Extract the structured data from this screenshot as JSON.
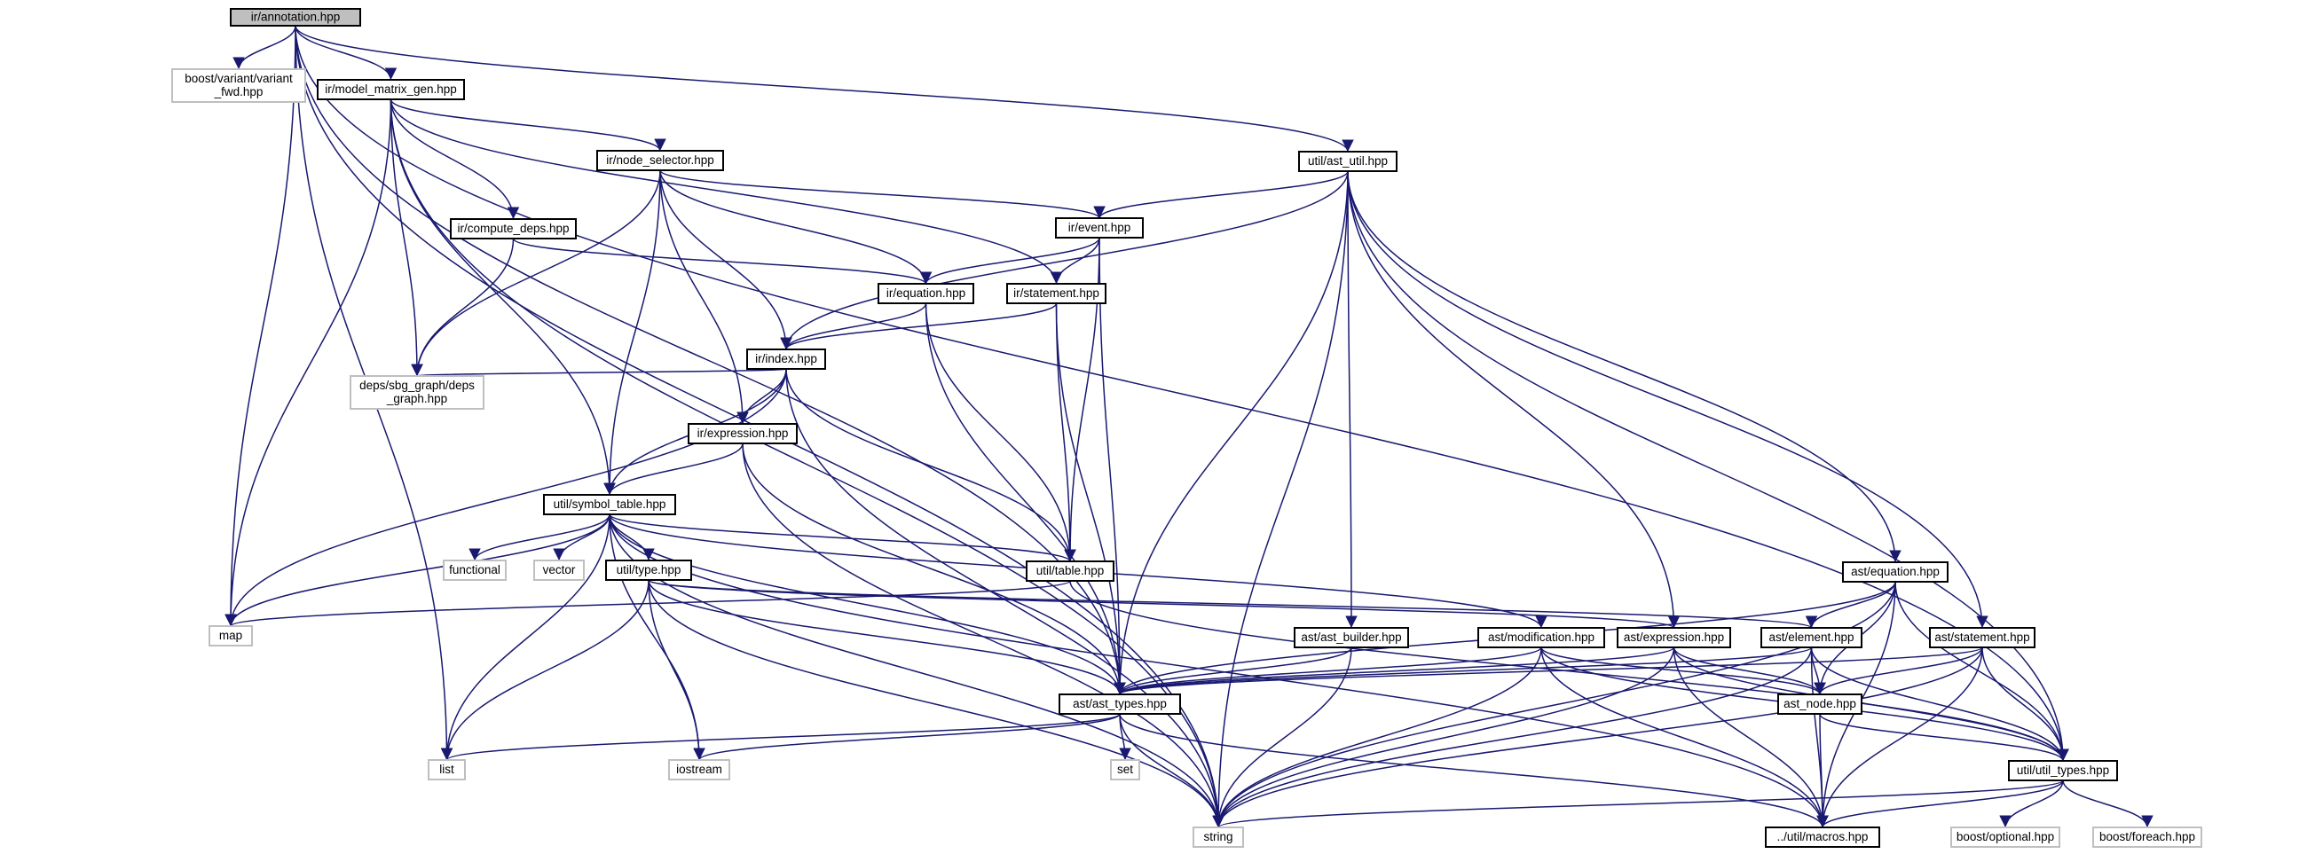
{
  "colors": {
    "edge": "#191970",
    "root_fill": "#bfbfbf",
    "node_border": "#000000",
    "external_border": "#bfbfbf",
    "background": "#ffffff"
  },
  "nodes": {
    "annotation": {
      "lines": [
        "ir/annotation.hpp"
      ],
      "kind": "root"
    },
    "variant_fwd": {
      "lines": [
        "boost/variant/variant",
        "_fwd.hpp"
      ],
      "kind": "external"
    },
    "model_matrix_gen": {
      "lines": [
        "ir/model_matrix_gen.hpp"
      ],
      "kind": "local"
    },
    "ast_util": {
      "lines": [
        "util/ast_util.hpp"
      ],
      "kind": "local"
    },
    "node_selector": {
      "lines": [
        "ir/node_selector.hpp"
      ],
      "kind": "local"
    },
    "compute_deps": {
      "lines": [
        "ir/compute_deps.hpp"
      ],
      "kind": "local"
    },
    "event": {
      "lines": [
        "ir/event.hpp"
      ],
      "kind": "local"
    },
    "ir_equation": {
      "lines": [
        "ir/equation.hpp"
      ],
      "kind": "local"
    },
    "ir_statement": {
      "lines": [
        "ir/statement.hpp"
      ],
      "kind": "local"
    },
    "ir_index": {
      "lines": [
        "ir/index.hpp"
      ],
      "kind": "local"
    },
    "deps_graph": {
      "lines": [
        "deps/sbg_graph/deps",
        "_graph.hpp"
      ],
      "kind": "external"
    },
    "ir_expression": {
      "lines": [
        "ir/expression.hpp"
      ],
      "kind": "local"
    },
    "symbol_table": {
      "lines": [
        "util/symbol_table.hpp"
      ],
      "kind": "local"
    },
    "functional": {
      "lines": [
        "functional"
      ],
      "kind": "external"
    },
    "vector": {
      "lines": [
        "vector"
      ],
      "kind": "external"
    },
    "util_type": {
      "lines": [
        "util/type.hpp"
      ],
      "kind": "local"
    },
    "util_table": {
      "lines": [
        "util/table.hpp"
      ],
      "kind": "local"
    },
    "map": {
      "lines": [
        "map"
      ],
      "kind": "external"
    },
    "ast_builder": {
      "lines": [
        "ast/ast_builder.hpp"
      ],
      "kind": "local"
    },
    "ast_modification": {
      "lines": [
        "ast/modification.hpp"
      ],
      "kind": "local"
    },
    "ast_expression": {
      "lines": [
        "ast/expression.hpp"
      ],
      "kind": "local"
    },
    "ast_element": {
      "lines": [
        "ast/element.hpp"
      ],
      "kind": "local"
    },
    "ast_statement": {
      "lines": [
        "ast/statement.hpp"
      ],
      "kind": "local"
    },
    "ast_equation": {
      "lines": [
        "ast/equation.hpp"
      ],
      "kind": "local"
    },
    "ast_types": {
      "lines": [
        "ast/ast_types.hpp"
      ],
      "kind": "local"
    },
    "ast_node": {
      "lines": [
        "ast_node.hpp"
      ],
      "kind": "local"
    },
    "list": {
      "lines": [
        "list"
      ],
      "kind": "external"
    },
    "iostream": {
      "lines": [
        "iostream"
      ],
      "kind": "external"
    },
    "set": {
      "lines": [
        "set"
      ],
      "kind": "external"
    },
    "util_types": {
      "lines": [
        "util/util_types.hpp"
      ],
      "kind": "local"
    },
    "string": {
      "lines": [
        "string"
      ],
      "kind": "external"
    },
    "macros": {
      "lines": [
        "../util/macros.hpp"
      ],
      "kind": "local"
    },
    "boost_optional": {
      "lines": [
        "boost/optional.hpp"
      ],
      "kind": "external"
    },
    "boost_foreach": {
      "lines": [
        "boost/foreach.hpp"
      ],
      "kind": "external"
    }
  },
  "edges": [
    [
      "annotation",
      "variant_fwd"
    ],
    [
      "annotation",
      "model_matrix_gen"
    ],
    [
      "annotation",
      "ast_util"
    ],
    [
      "annotation",
      "map"
    ],
    [
      "annotation",
      "list"
    ],
    [
      "annotation",
      "string"
    ],
    [
      "annotation",
      "ast_types"
    ],
    [
      "annotation",
      "util_types"
    ],
    [
      "model_matrix_gen",
      "node_selector"
    ],
    [
      "model_matrix_gen",
      "compute_deps"
    ],
    [
      "model_matrix_gen",
      "ir_statement"
    ],
    [
      "model_matrix_gen",
      "deps_graph"
    ],
    [
      "model_matrix_gen",
      "symbol_table"
    ],
    [
      "model_matrix_gen",
      "map"
    ],
    [
      "model_matrix_gen",
      "string"
    ],
    [
      "node_selector",
      "event"
    ],
    [
      "node_selector",
      "ir_equation"
    ],
    [
      "node_selector",
      "ir_index"
    ],
    [
      "node_selector",
      "ir_expression"
    ],
    [
      "node_selector",
      "symbol_table"
    ],
    [
      "node_selector",
      "deps_graph"
    ],
    [
      "compute_deps",
      "ir_equation"
    ],
    [
      "compute_deps",
      "deps_graph"
    ],
    [
      "ast_util",
      "event"
    ],
    [
      "ast_util",
      "ir_index"
    ],
    [
      "ast_util",
      "ast_types"
    ],
    [
      "ast_util",
      "ast_builder"
    ],
    [
      "ast_util",
      "string"
    ],
    [
      "ast_util",
      "ast_expression"
    ],
    [
      "ast_util",
      "ast_statement"
    ],
    [
      "ast_util",
      "ast_equation"
    ],
    [
      "ast_util",
      "util_types"
    ],
    [
      "event",
      "ir_equation"
    ],
    [
      "event",
      "ir_statement"
    ],
    [
      "event",
      "util_table"
    ],
    [
      "event",
      "ast_types"
    ],
    [
      "ir_equation",
      "ir_index"
    ],
    [
      "ir_equation",
      "util_table"
    ],
    [
      "ir_equation",
      "ast_types"
    ],
    [
      "ir_statement",
      "ir_index"
    ],
    [
      "ir_statement",
      "util_table"
    ],
    [
      "ir_statement",
      "ast_types"
    ],
    [
      "ir_index",
      "deps_graph"
    ],
    [
      "ir_index",
      "ir_expression"
    ],
    [
      "ir_index",
      "symbol_table"
    ],
    [
      "ir_index",
      "util_table"
    ],
    [
      "ir_index",
      "map"
    ],
    [
      "ir_index",
      "string"
    ],
    [
      "ir_expression",
      "symbol_table"
    ],
    [
      "ir_expression",
      "ast_types"
    ],
    [
      "ir_expression",
      "string"
    ],
    [
      "symbol_table",
      "functional"
    ],
    [
      "symbol_table",
      "vector"
    ],
    [
      "symbol_table",
      "util_type"
    ],
    [
      "symbol_table",
      "util_table"
    ],
    [
      "symbol_table",
      "map"
    ],
    [
      "symbol_table",
      "list"
    ],
    [
      "symbol_table",
      "iostream"
    ],
    [
      "symbol_table",
      "string"
    ],
    [
      "symbol_table",
      "ast_types"
    ],
    [
      "symbol_table",
      "ast_modification"
    ],
    [
      "symbol_table",
      "macros"
    ],
    [
      "util_type",
      "ast_types"
    ],
    [
      "util_type",
      "ast_element"
    ],
    [
      "util_type",
      "ast_expression"
    ],
    [
      "util_type",
      "list"
    ],
    [
      "util_type",
      "iostream"
    ],
    [
      "util_type",
      "string"
    ],
    [
      "util_table",
      "map"
    ],
    [
      "util_table",
      "util_types"
    ],
    [
      "ast_equation",
      "ast_types"
    ],
    [
      "ast_equation",
      "ast_element"
    ],
    [
      "ast_equation",
      "ast_node"
    ],
    [
      "ast_equation",
      "util_types"
    ],
    [
      "ast_equation",
      "string"
    ],
    [
      "ast_equation",
      "macros"
    ],
    [
      "ast_builder",
      "ast_types"
    ],
    [
      "ast_builder",
      "string"
    ],
    [
      "ast_modification",
      "ast_types"
    ],
    [
      "ast_modification",
      "ast_node"
    ],
    [
      "ast_modification",
      "util_types"
    ],
    [
      "ast_modification",
      "string"
    ],
    [
      "ast_modification",
      "macros"
    ],
    [
      "ast_expression",
      "ast_types"
    ],
    [
      "ast_expression",
      "ast_node"
    ],
    [
      "ast_expression",
      "util_types"
    ],
    [
      "ast_expression",
      "string"
    ],
    [
      "ast_expression",
      "macros"
    ],
    [
      "ast_element",
      "ast_types"
    ],
    [
      "ast_element",
      "ast_node"
    ],
    [
      "ast_element",
      "util_types"
    ],
    [
      "ast_element",
      "string"
    ],
    [
      "ast_element",
      "macros"
    ],
    [
      "ast_statement",
      "ast_types"
    ],
    [
      "ast_statement",
      "ast_node"
    ],
    [
      "ast_statement",
      "util_types"
    ],
    [
      "ast_statement",
      "string"
    ],
    [
      "ast_statement",
      "macros"
    ],
    [
      "ast_types",
      "list"
    ],
    [
      "ast_types",
      "iostream"
    ],
    [
      "ast_types",
      "set"
    ],
    [
      "ast_types",
      "string"
    ],
    [
      "ast_types",
      "macros"
    ],
    [
      "ast_node",
      "util_types"
    ],
    [
      "ast_node",
      "macros"
    ],
    [
      "util_types",
      "string"
    ],
    [
      "util_types",
      "macros"
    ],
    [
      "util_types",
      "boost_optional"
    ],
    [
      "util_types",
      "boost_foreach"
    ]
  ]
}
